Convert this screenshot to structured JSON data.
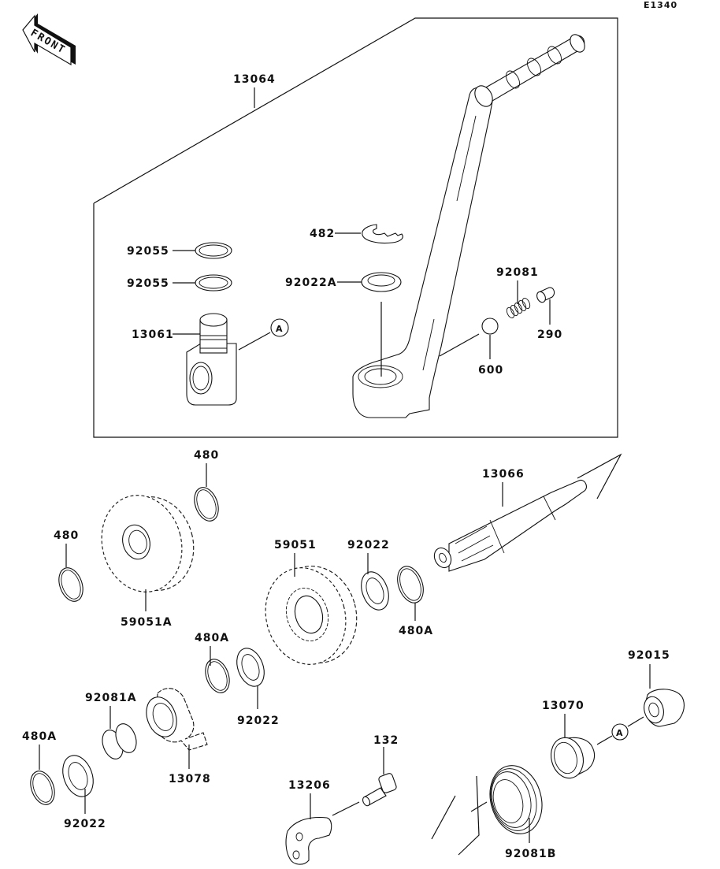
{
  "diagram": {
    "code": "E1340",
    "front_indicator": "FRONT",
    "reference_marker": "A",
    "assembly_box_label": "13064",
    "parts": {
      "p92055a": "92055",
      "p92055b": "92055",
      "p13061": "13061",
      "p482": "482",
      "p92022A": "92022A",
      "p92081": "92081",
      "p290": "290",
      "p600": "600",
      "p480a": "480",
      "p480b": "480",
      "p59051A": "59051A",
      "p59051": "59051",
      "p92022a": "92022",
      "p480Aa": "480A",
      "p13066": "13066",
      "p480Ab": "480A",
      "p92022b": "92022",
      "p92081A": "92081A",
      "p480Ac": "480A",
      "p92022c": "92022",
      "p13078": "13078",
      "p132": "132",
      "p13206": "13206",
      "p92081B": "92081B",
      "p13070": "13070",
      "p92015": "92015"
    }
  }
}
